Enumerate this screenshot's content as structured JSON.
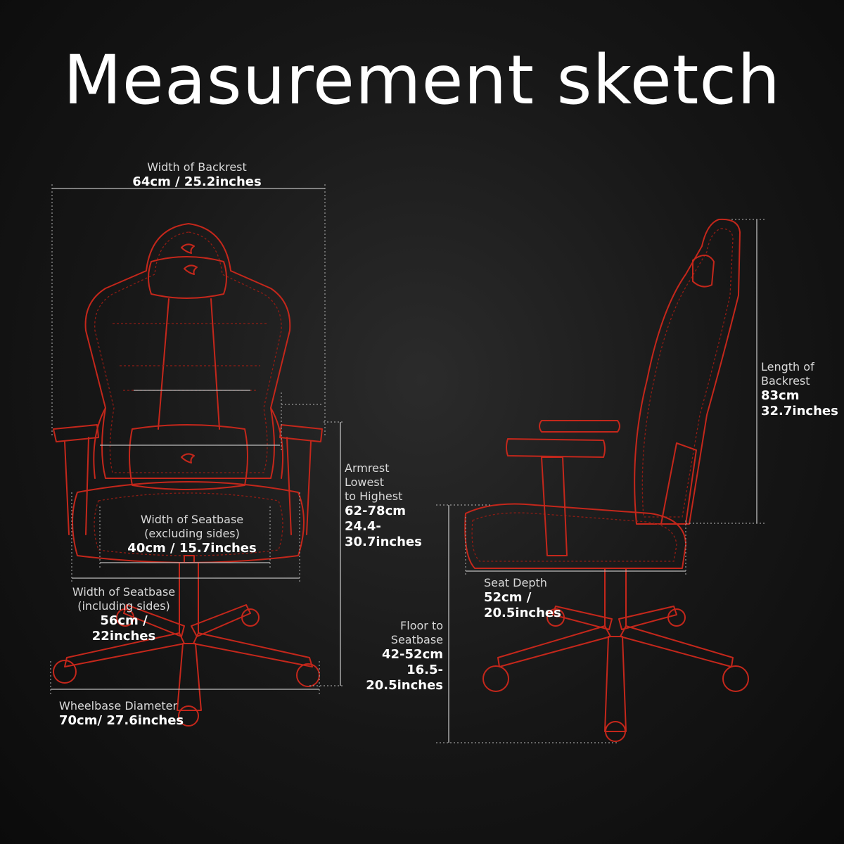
{
  "title": "Measurement sketch",
  "colors": {
    "background": "#111111",
    "outline": "#c4271b",
    "text": "#ffffff"
  },
  "labels": {
    "backrest_width": {
      "name": "Width of Backrest",
      "value": "64cm / 25.2inches"
    },
    "seatbase_excluding": {
      "name1": "Width of Seatbase",
      "name2": "(excluding sides)",
      "value": "40cm / 15.7inches"
    },
    "seatbase_including": {
      "name1": "Width of Seatbase",
      "name2": "(including sides)",
      "value": "56cm / 22inches"
    },
    "wheelbase": {
      "name": "Wheelbase Diameter",
      "value": "70cm/ 27.6inches"
    },
    "armrest": {
      "line1": "Armrest",
      "line2": "Lowest",
      "line3": "to Highest",
      "value1": "62-78cm",
      "value2": "24.4-30.7inches"
    },
    "backrest_length": {
      "line1": "Length of",
      "line2": "Backrest",
      "value1": "83cm",
      "value2": "32.7inches"
    },
    "seat_depth": {
      "name": "Seat Depth",
      "value": "52cm / 20.5inches"
    },
    "floor_to_seat": {
      "line1": "Floor to",
      "line2": "Seatbase",
      "value1": "42-52cm",
      "value2": "16.5-20.5inches"
    }
  }
}
